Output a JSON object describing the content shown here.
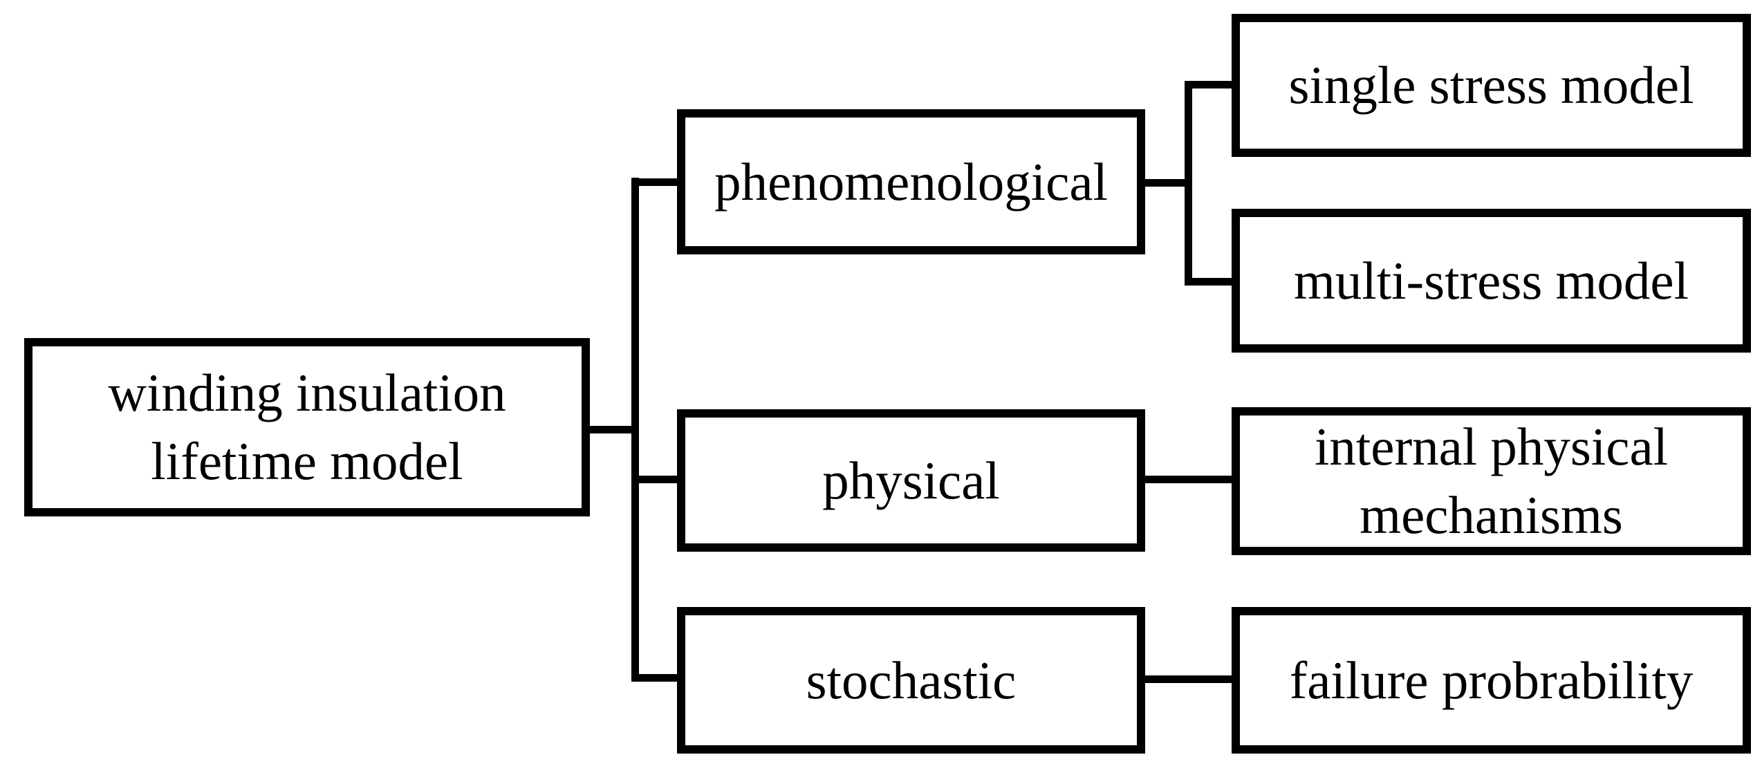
{
  "colors": {
    "line": "#000000",
    "background": "#ffffff"
  },
  "diagram": {
    "type": "tree",
    "title": "winding insulation lifetime model classification",
    "nodes": {
      "root": {
        "line1": "winding insulation",
        "line2": "lifetime model"
      },
      "phenomenological": {
        "label": "phenomenological"
      },
      "physical": {
        "label": "physical"
      },
      "stochastic": {
        "label": "stochastic"
      },
      "single_stress": {
        "label": "single stress model"
      },
      "multi_stress": {
        "label": "multi-stress model"
      },
      "internal_mechanisms": {
        "line1": "internal physical",
        "line2": "mechanisms"
      },
      "failure_probability": {
        "label": "failure probrability"
      }
    },
    "edges": [
      {
        "from": "root",
        "to": "phenomenological"
      },
      {
        "from": "root",
        "to": "physical"
      },
      {
        "from": "root",
        "to": "stochastic"
      },
      {
        "from": "phenomenological",
        "to": "single_stress"
      },
      {
        "from": "phenomenological",
        "to": "multi_stress"
      },
      {
        "from": "physical",
        "to": "internal_mechanisms"
      },
      {
        "from": "stochastic",
        "to": "failure_probability"
      }
    ]
  }
}
